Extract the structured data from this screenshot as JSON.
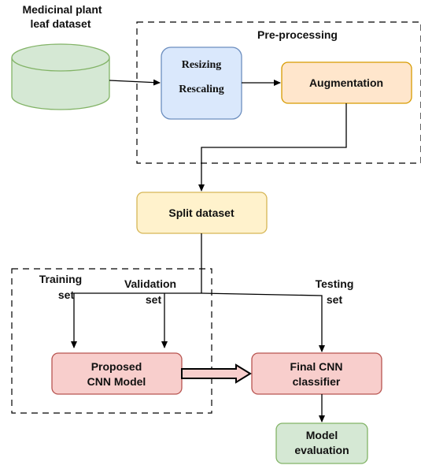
{
  "nodes": {
    "dataset": {
      "line1": "Medicinal plant",
      "line2": "leaf dataset"
    },
    "preprocessing_title": "Pre-processing",
    "resize": {
      "line1": "Resizing",
      "line2": "Rescaling"
    },
    "augmentation": "Augmentation",
    "split": "Split dataset",
    "proposed": {
      "line1": "Proposed",
      "line2": "CNN Model"
    },
    "final": {
      "line1": "Final CNN",
      "line2": "classifier"
    },
    "evaluation": {
      "line1": "Model",
      "line2": "evaluation"
    }
  },
  "labels": {
    "training": {
      "line1": "Training",
      "line2": "set"
    },
    "validation": {
      "line1": "Validation",
      "line2": "set"
    },
    "testing": {
      "line1": "Testing",
      "line2": "set"
    }
  },
  "colors": {
    "cylinder_fill": "#d5e8d4",
    "cylinder_stroke": "#82b366",
    "blue_fill": "#dae8fc",
    "blue_stroke": "#6c8ebf",
    "orange_fill": "#ffe6cc",
    "orange_stroke": "#d79b00",
    "yellow_fill": "#fff2cc",
    "yellow_stroke": "#d6b656",
    "red_fill": "#f8cecc",
    "red_stroke": "#b85450",
    "green_fill": "#d5e8d4",
    "green_stroke": "#82b366"
  }
}
